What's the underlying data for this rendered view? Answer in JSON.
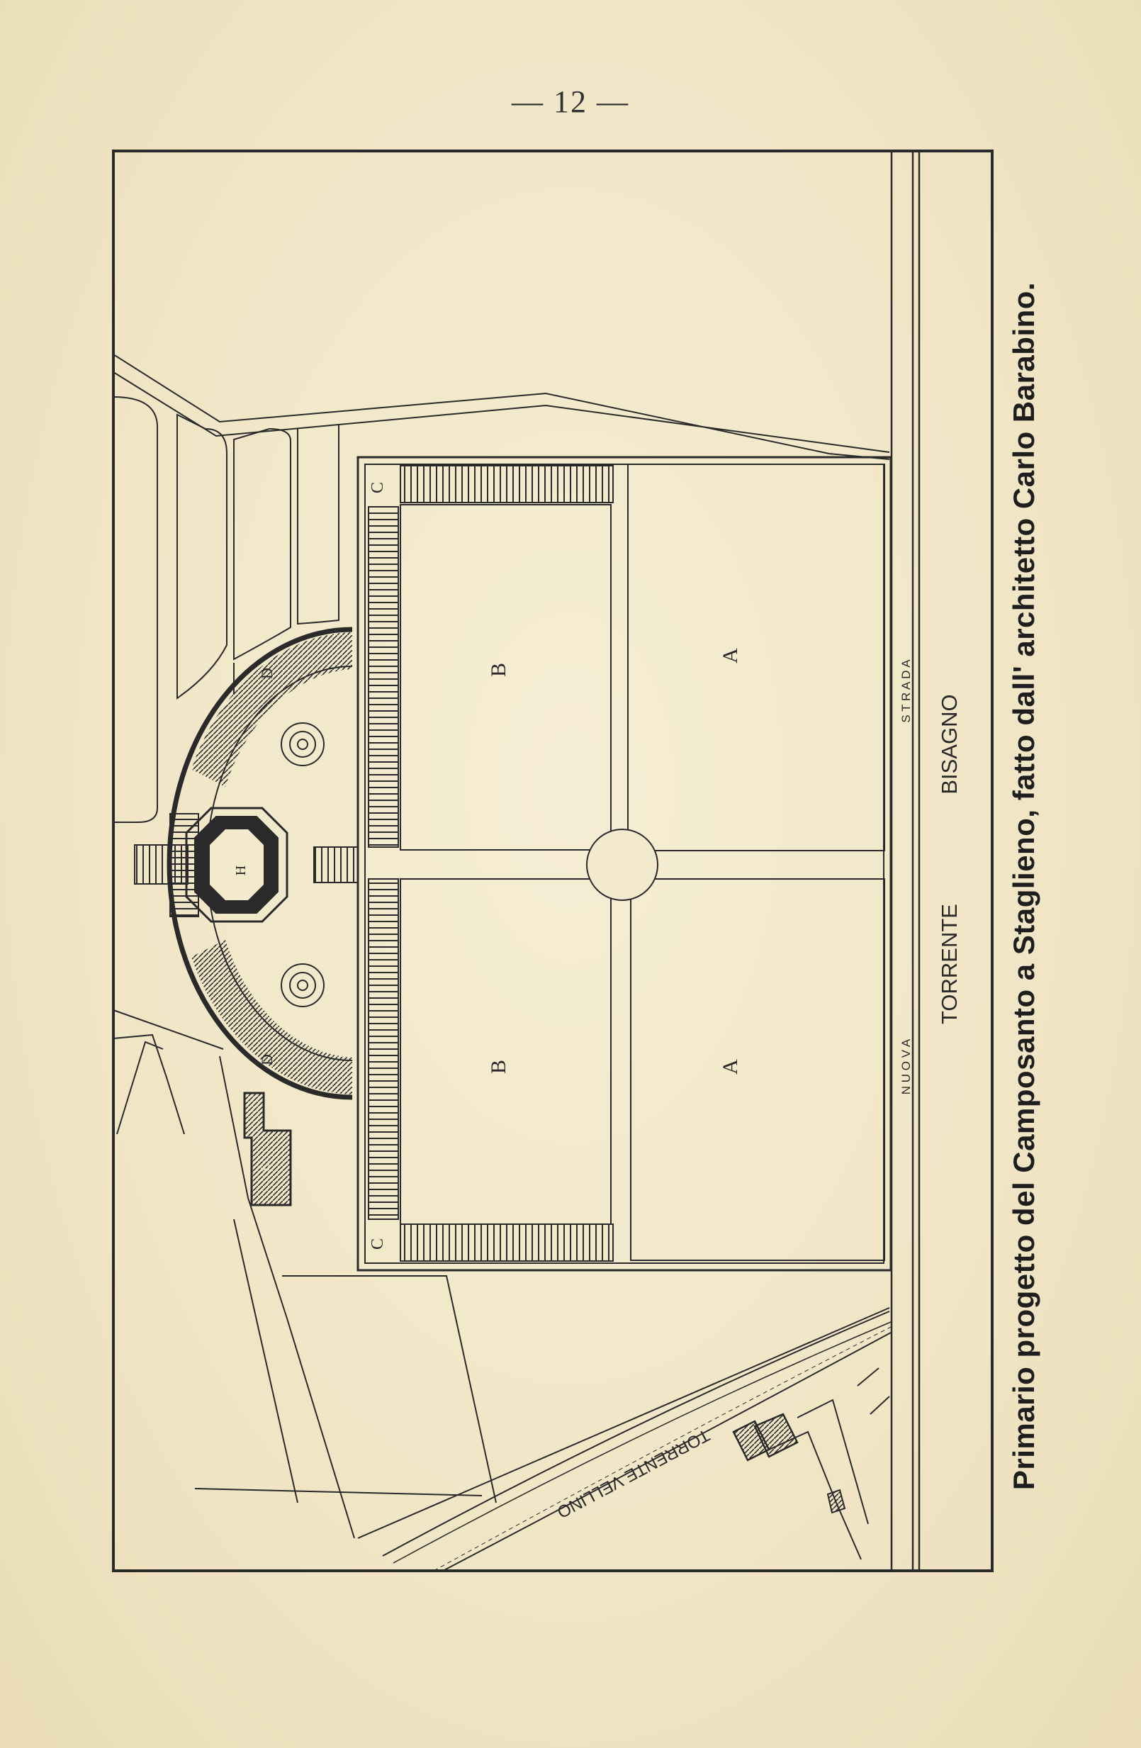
{
  "page_number": "— 12 —",
  "caption": "Primario progetto del Camposanto a Staglieno, fatto dall' architetto Carlo Barabino.",
  "labels": {
    "strada": "S T R A D A",
    "nuova": "N U O V A",
    "torrente": "TORRENTE",
    "bisagno": "BISAGNO",
    "velino": "TORRENTE VELLINO",
    "a": "A",
    "b": "B",
    "c": "C",
    "d": "D",
    "e": "E",
    "h": "H"
  },
  "colors": {
    "paper": "#f1e7c8",
    "ink": "#2a2a2a"
  }
}
